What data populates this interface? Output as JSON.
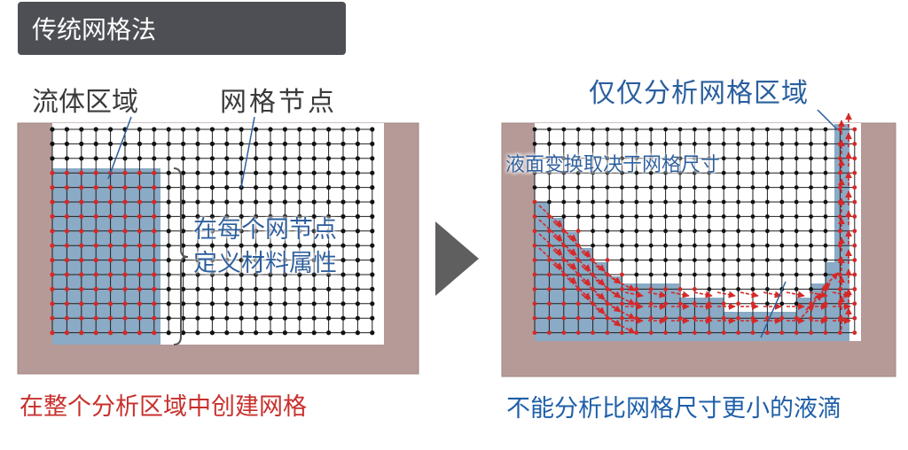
{
  "header": {
    "title": "传统网格法"
  },
  "left": {
    "label_fluid": "流体区域",
    "label_nodes": "网格节点",
    "callout_line1": "在每个网节点",
    "callout_line2": "定义材料属性",
    "caption": "在整个分析区域中创建网格"
  },
  "right": {
    "label_region": "仅仅分析网格区域",
    "callout": "液面变换取决于网格尺寸",
    "caption": "不能分析比网格尺寸更小的液滴"
  },
  "colors": {
    "header_bg": "#4d4f54",
    "wall": "#b59a97",
    "wall_stroke": "#9e8582",
    "fluid": "#8aaac5",
    "grid_line": "#1e1e1e",
    "node_black": "#111111",
    "node_red": "#d62828",
    "arrow_red": "#d62828",
    "left_text": "#3b3b3b",
    "right_text": "#2a5f9e",
    "left_caption": "#c8302c",
    "right_caption": "#1f5fa8",
    "callout_text": "#2a5f9e",
    "leader_line": "#2a5f9e",
    "play_arrow": "#5f5f5f"
  }
}
